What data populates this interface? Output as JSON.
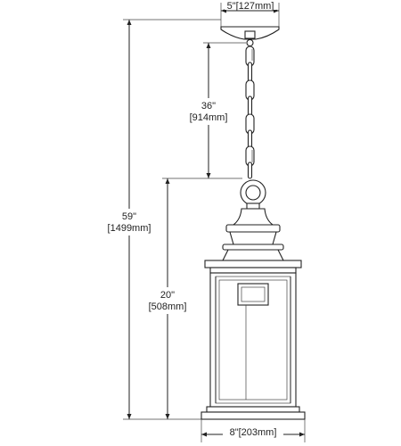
{
  "dimensions": {
    "canopy_width": "5\"[127mm]",
    "chain_length_in": "36\"",
    "chain_length_mm": "[914mm]",
    "overall_height_in": "59\"",
    "overall_height_mm": "[1499mm]",
    "fixture_height_in": "20\"",
    "fixture_height_mm": "[508mm]",
    "fixture_width": "8\"[203mm]"
  }
}
